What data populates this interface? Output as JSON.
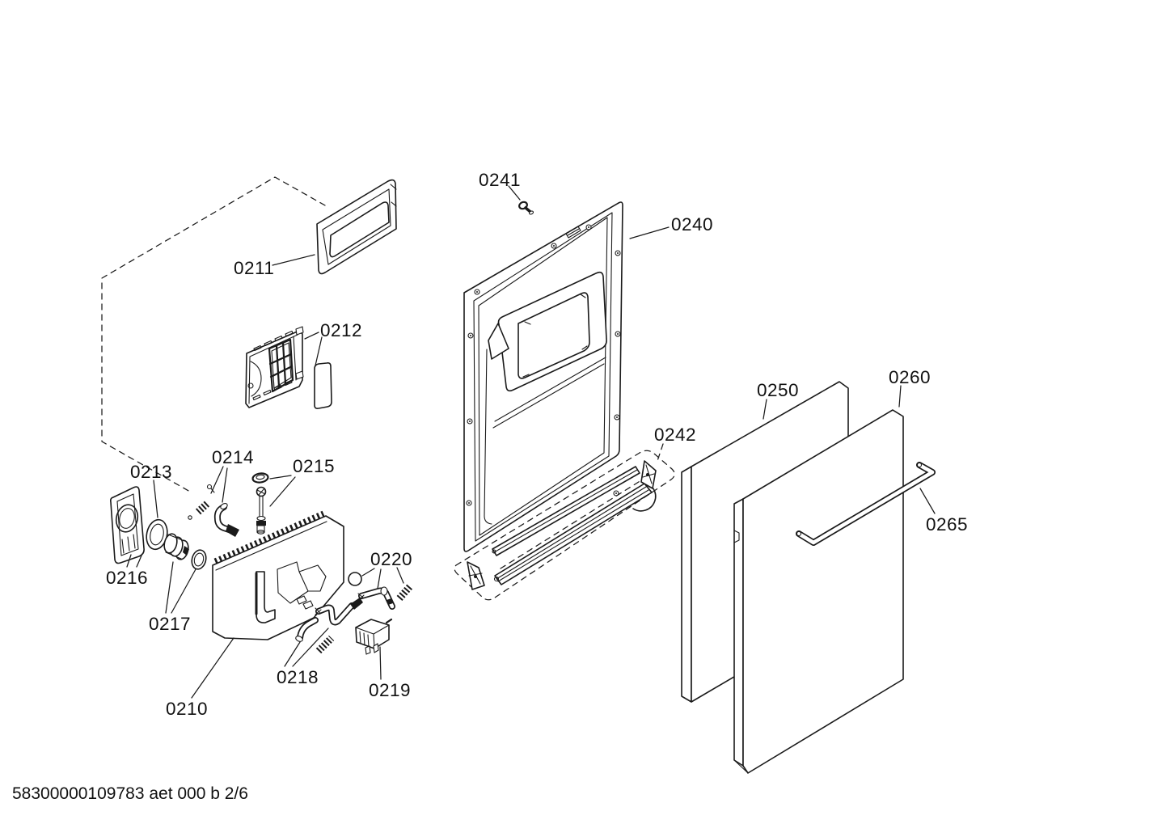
{
  "footer": {
    "code": "58300000109783 aet 000 b 2/6"
  },
  "diagram": {
    "background": "#ffffff",
    "line_color": "#1a1a1a",
    "style": "black-and-white exploded parts line drawing"
  },
  "parts": [
    {
      "id": "0210",
      "name": "dispenser-housing"
    },
    {
      "id": "0211",
      "name": "dispenser-window-frame"
    },
    {
      "id": "0212",
      "name": "vent-grille-with-cover"
    },
    {
      "id": "0213",
      "name": "seal-ring"
    },
    {
      "id": "0214",
      "name": "spring-and-pin"
    },
    {
      "id": "0215",
      "name": "valve-stem"
    },
    {
      "id": "0216",
      "name": "cover-plate"
    },
    {
      "id": "0217",
      "name": "piston-with-o-ring"
    },
    {
      "id": "0218",
      "name": "lever-duct-and-spring"
    },
    {
      "id": "0219",
      "name": "actuator-switch"
    },
    {
      "id": "0220",
      "name": "ball-lever-and-spring"
    },
    {
      "id": "0240",
      "name": "inner-door-panel"
    },
    {
      "id": "0241",
      "name": "screw"
    },
    {
      "id": "0242",
      "name": "bottom-trim-strips-and-caps"
    },
    {
      "id": "0250",
      "name": "outer-door-panel"
    },
    {
      "id": "0260",
      "name": "decor-door-panel"
    },
    {
      "id": "0265",
      "name": "door-handle-bar"
    }
  ]
}
